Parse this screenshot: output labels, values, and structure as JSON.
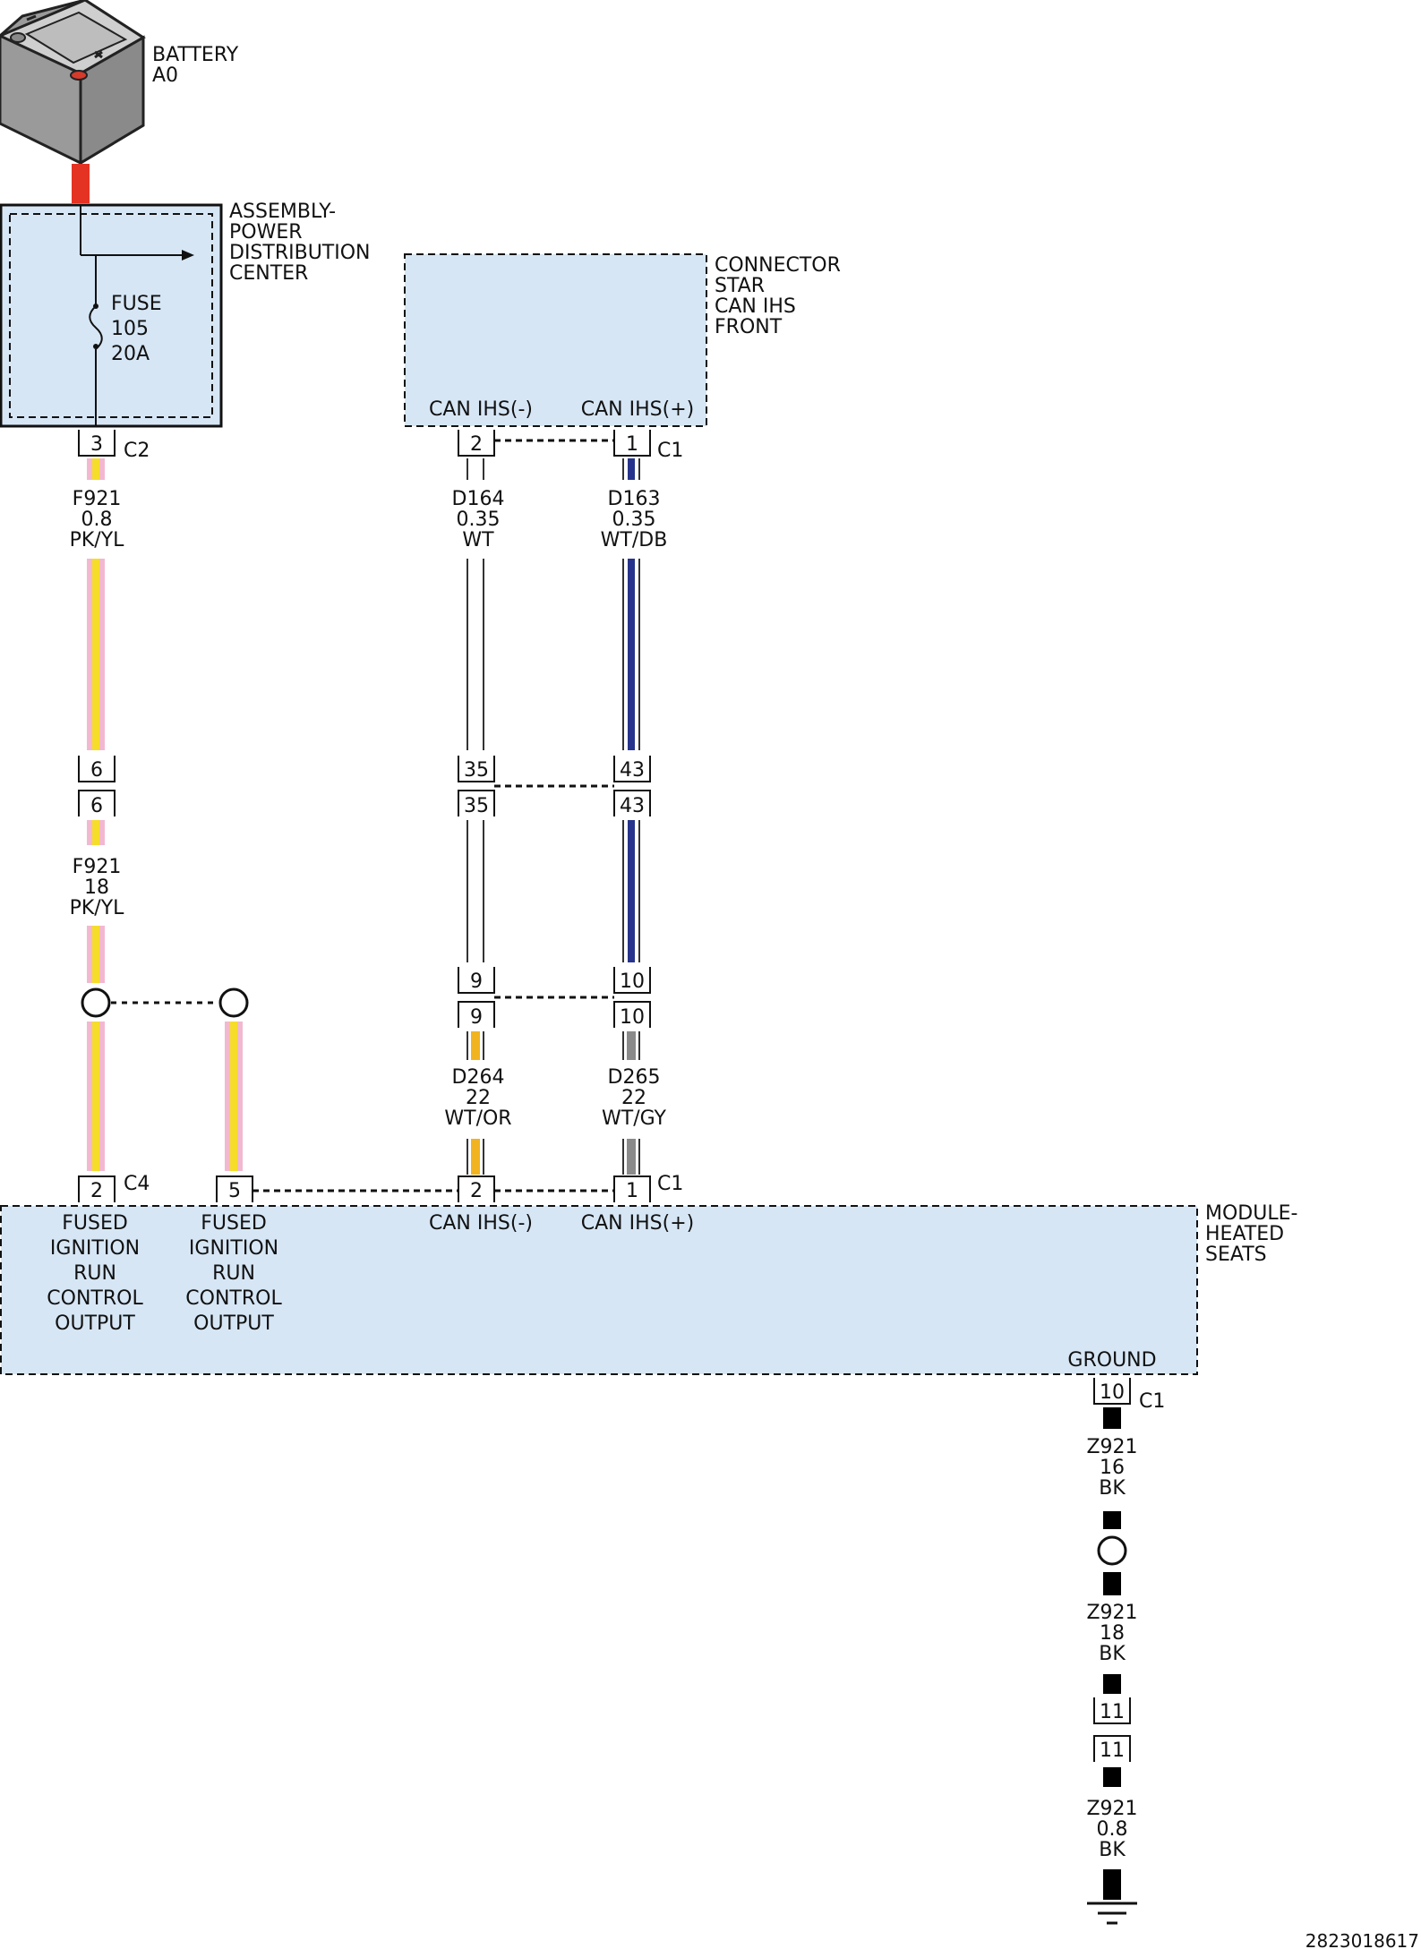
{
  "components": {
    "battery": {
      "lines": [
        "BATTERY",
        "A0"
      ]
    },
    "pdc": {
      "lines": [
        "ASSEMBLY-",
        "POWER",
        "DISTRIBUTION",
        "CENTER"
      ]
    },
    "fuse": {
      "lines": [
        "FUSE",
        "105",
        "20A"
      ]
    },
    "connector_star": {
      "lines": [
        "CONNECTOR",
        "STAR",
        "CAN IHS",
        "FRONT"
      ],
      "pin_minus": "CAN IHS(-)",
      "pin_plus": "CAN IHS(+)"
    },
    "module": {
      "lines": [
        "MODULE-",
        "HEATED",
        "SEATS"
      ],
      "pin2_label": [
        "FUSED",
        "IGNITION",
        "RUN",
        "CONTROL",
        "OUTPUT"
      ],
      "pin5_label": [
        "FUSED",
        "IGNITION",
        "RUN",
        "CONTROL",
        "OUTPUT"
      ],
      "can_minus": "CAN IHS(-)",
      "can_plus": "CAN IHS(+)",
      "ground": "GROUND"
    }
  },
  "pins": {
    "pdc_c2": "3",
    "star_minus": "2",
    "star_plus": "1",
    "inline_left_top": "6",
    "inline_left_bot": "6",
    "inline_mid_top": "35",
    "inline_mid_bot": "35",
    "inline_right_top": "43",
    "inline_right_bot": "43",
    "conn2_minus_top": "9",
    "conn2_minus_bot": "9",
    "conn2_plus_top": "10",
    "conn2_plus_bot": "10",
    "module_c4_left": "2",
    "module_c4_right": "5",
    "module_c1_minus": "2",
    "module_c1_plus": "1",
    "module_ground": "10",
    "ground_inline_top": "11",
    "ground_inline_bot": "11"
  },
  "connector_ids": {
    "pdc": "C2",
    "star": "C1",
    "module_c4": "C4",
    "module_c1": "C1",
    "module_ground": "C1"
  },
  "wires": {
    "f921_a": [
      "F921",
      "0.8",
      "PK/YL"
    ],
    "f921_b": [
      "F921",
      "18",
      "PK/YL"
    ],
    "d164": [
      "D164",
      "0.35",
      "WT"
    ],
    "d163": [
      "D163",
      "0.35",
      "WT/DB"
    ],
    "d264": [
      "D264",
      "22",
      "WT/OR"
    ],
    "d265": [
      "D265",
      "22",
      "WT/GY"
    ],
    "z921_a": [
      "Z921",
      "16",
      "BK"
    ],
    "z921_b": [
      "Z921",
      "18",
      "BK"
    ],
    "z921_c": [
      "Z921",
      "0.8",
      "BK"
    ]
  },
  "colors": {
    "component_fill": "#d6e6f5",
    "battery_lead": "#e53323",
    "pink": "#f2b8cf",
    "yellow": "#f6dd2a",
    "dark_blue": "#27348b",
    "orange": "#f2b320",
    "gray": "#8a8a8a",
    "black": "#000000"
  },
  "footer_id": "2823018617"
}
